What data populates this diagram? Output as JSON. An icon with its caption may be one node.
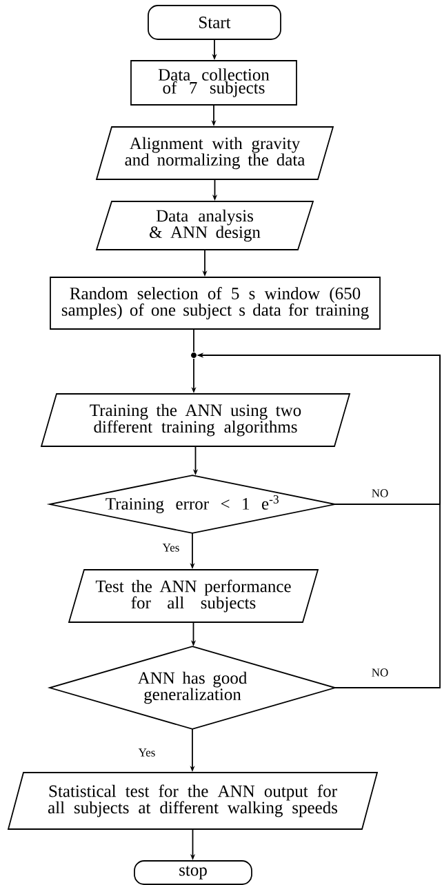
{
  "diagram": {
    "nodes": [
      {
        "text": [
          "Start"
        ]
      },
      {
        "text": [
          "Data collection of 7 subjects"
        ]
      },
      {
        "text": [
          "Alignment with gravity and normalizing the data"
        ]
      },
      {
        "text": [
          "Data analysis & ANN design"
        ]
      },
      {
        "text": [
          "Random selection of 5 s window (650 samples) of one subject s data for training"
        ]
      },
      {
        "text": [],
        "shape": "circle"
      },
      {
        "text": [
          "Training the ANN using two different training algorithms"
        ]
      },
      {
        "text": [
          "Training error < 1 e$^{-3}$"
        ]
      },
      {
        "text": [
          "Test the ANN performance for all subjects"
        ]
      },
      {
        "text": [
          "ANN has good generalization"
        ]
      },
      {
        "text": [
          "Statistical test for the ANN output for all subjects at different walking speeds"
        ]
      },
      {
        "text": [
          "stop"
        ]
      }
    ],
    "edges": [
      {
        "from": 0,
        "to": 1,
        "arrow": "to"
      },
      {
        "from": 1,
        "to": 2,
        "arrow": "to"
      },
      {
        "from": 2,
        "to": 3,
        "arrow": "to"
      },
      {
        "from": 3,
        "to": 4,
        "arrow": "to"
      },
      {
        "from": 4,
        "to": 5,
        "arrow": "none"
      },
      {
        "from": 5,
        "to": 6,
        "arrow": "to"
      },
      {
        "from": 6,
        "to": 7,
        "arrow": "to"
      },
      {
        "from": 7,
        "to": 8,
        "arrow": "to",
        "label": "Yes"
      },
      {
        "from": 7,
        "to": 5,
        "arrow": "to",
        "label": "NO"
      },
      {
        "from": 8,
        "to": 9,
        "arrow": "to"
      },
      {
        "from": 9,
        "to": 5,
        "arrow": "to",
        "label": "NO"
      },
      {
        "from": 9,
        "to": 10,
        "arrow": "to",
        "label": "Yes"
      },
      {
        "from": 10,
        "to": 11,
        "arrow": "to"
      }
    ]
  }
}
